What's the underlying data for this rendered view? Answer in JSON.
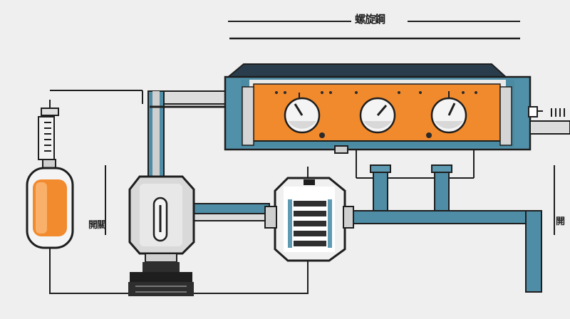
{
  "labels": {
    "top": "螺旋鋼",
    "left": "開關",
    "right": "開"
  },
  "colors": {
    "background": "#efefef",
    "line": "#1e1e1e",
    "pipe_blue": "#4f8da6",
    "panel_orange": "#f08a2c",
    "tank_orange": "#f28a2e",
    "metal": "#d3d3d3"
  },
  "panel": {
    "dials": [
      "gauge-dial-1",
      "gauge-dial-2",
      "gauge-dial-3"
    ]
  }
}
